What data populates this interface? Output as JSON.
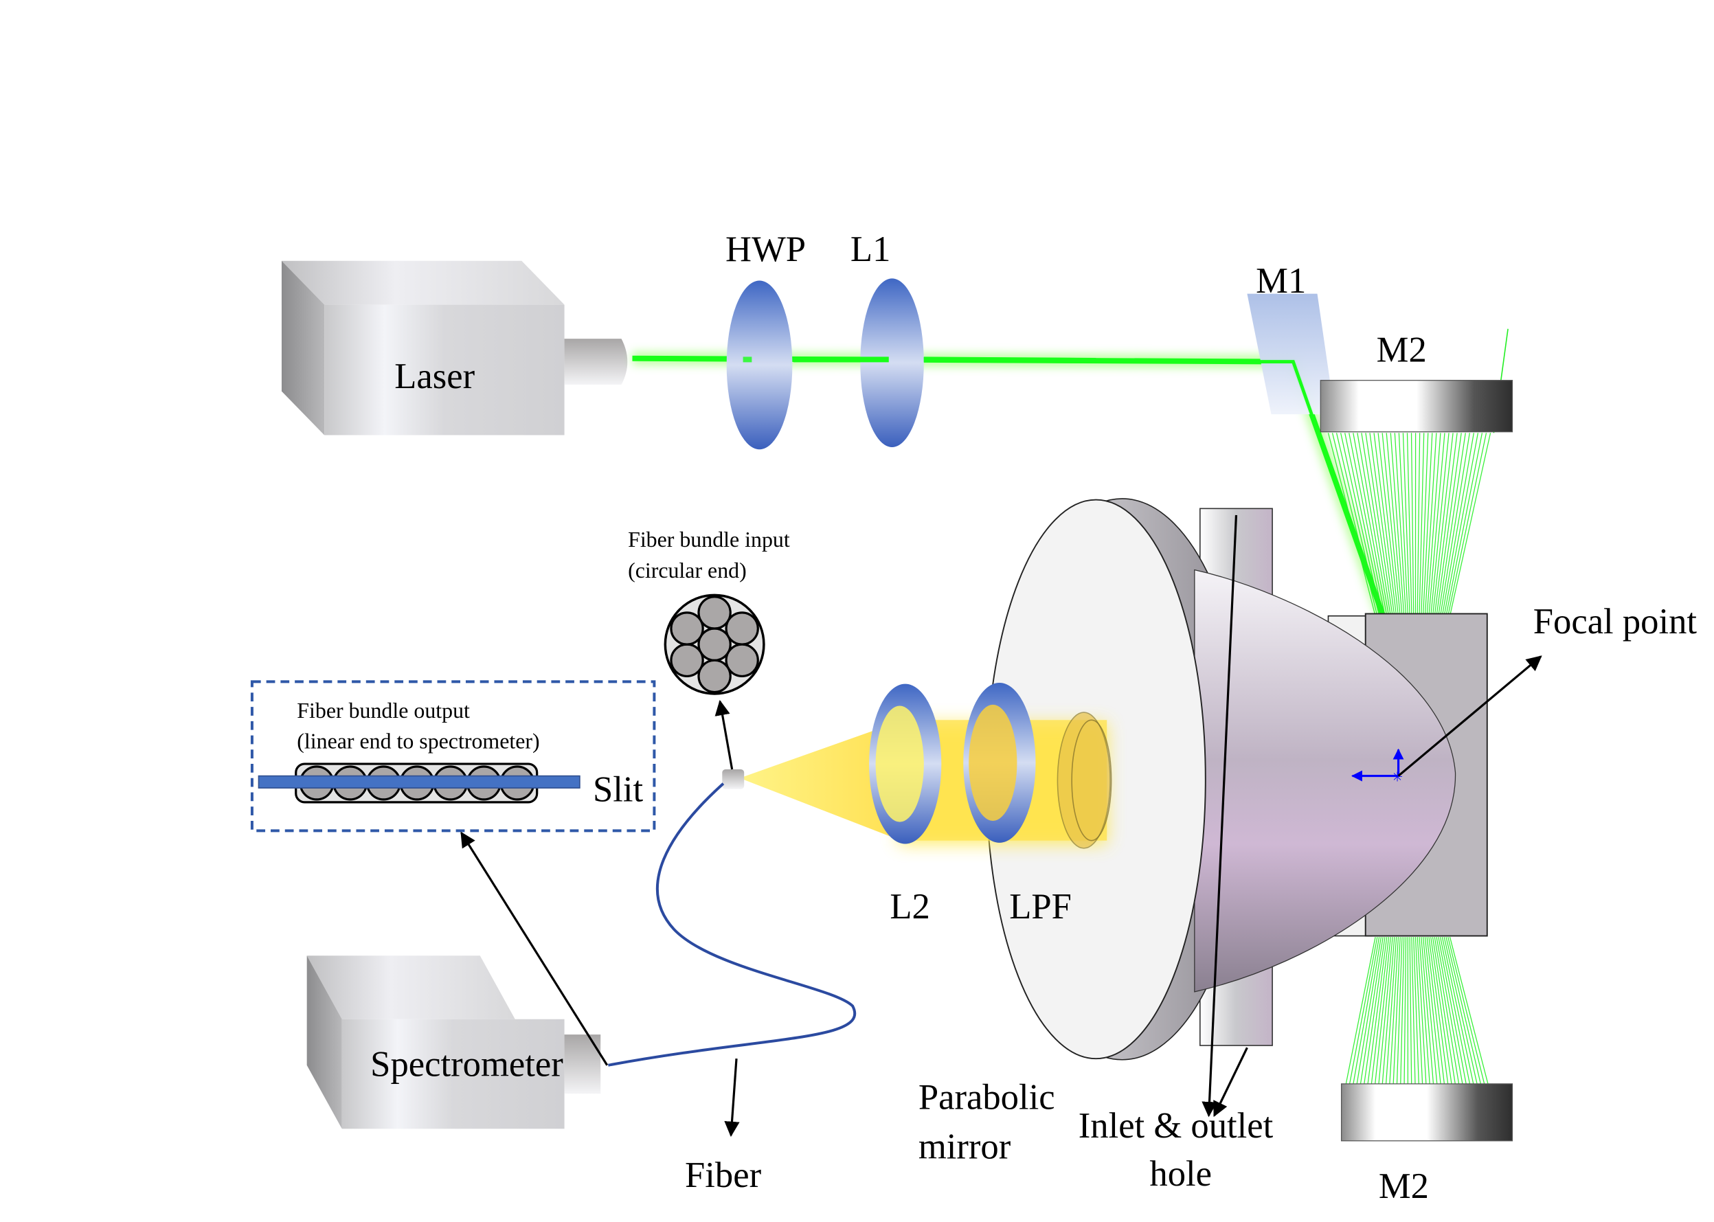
{
  "labels": {
    "laser": "Laser",
    "hwp": "HWP",
    "l1": "L1",
    "m1": "M1",
    "m2_top": "M2",
    "m2_bottom": "M2",
    "focal_point": "Focal point",
    "fiber_bundle_input_line1": "Fiber bundle input",
    "fiber_bundle_input_line2": "(circular end)",
    "fiber_bundle_output_line1": "Fiber bundle output",
    "fiber_bundle_output_line2": "(linear end to spectrometer)",
    "slit": "Slit",
    "l2": "L2",
    "lpf": "LPF",
    "spectrometer": "Spectrometer",
    "fiber": "Fiber",
    "parabolic_mirror_line1": "Parabolic",
    "parabolic_mirror_line2": "mirror",
    "inlet_outlet_line1": "Inlet & outlet",
    "inlet_outlet_line2": "hole"
  },
  "fiber_bundle": {
    "circular_fiber_count": 7,
    "linear_fiber_count": 7
  },
  "colors": {
    "laser_beam": "#19ff19",
    "lens_blue": "#4169c8",
    "fiber_cable": "#2b4aa0",
    "collected_light": "#ffe84a",
    "dashed_box": "#2f58a8",
    "slit_bar": "#4472c4",
    "focal_axis": "#0000ff"
  }
}
